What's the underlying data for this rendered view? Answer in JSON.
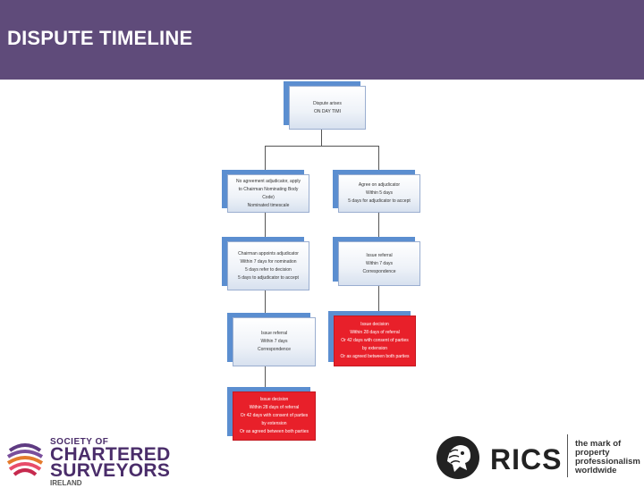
{
  "header": {
    "title": "DISPUTE TIMELINE"
  },
  "boxes": {
    "top": [
      "Dispute arises",
      "ON DAY TIMI"
    ],
    "left1": [
      "No agreement adjudicator, apply",
      "to Chairman Nominating Body",
      "Code)",
      "Nominated timescale"
    ],
    "right1": [
      "Agree on adjudicator",
      "Within 5 days",
      "5 days for adjudicator to accept"
    ],
    "left2": [
      "Chairman appoints adjudicator",
      "Within 7 days for nomination",
      "5 days refer to decision",
      "5 days to adjudicator to accept"
    ],
    "right2": [
      "Issue referral",
      "Within 7 days",
      "Correspondence"
    ],
    "left3": [
      "Issue referral",
      "Within 7 days",
      "Correspondence"
    ],
    "right3": [
      "Issue decision",
      "Within 28 days of referral",
      "Or 42 days with consent of parties",
      "by extension",
      "Or as agreed between both parties"
    ],
    "left4": [
      "Issue decision",
      "Within 28 days of referral",
      "Or 42 days with consent of parties",
      "by extension",
      "Or as agreed between both parties"
    ]
  },
  "logos": {
    "scs": {
      "line1": "SOCIETY OF",
      "line2": "CHARTERED",
      "line3": "SURVEYORS",
      "line4": "IRELAND"
    },
    "rics": {
      "name": "RICS",
      "tagline": [
        "the mark of",
        "property",
        "professionalism",
        "worldwide"
      ]
    }
  },
  "colors": {
    "header": "#5f4b7a",
    "box_shadow": "#5b8ed0",
    "red_box": "#e8202a",
    "text_white": "#ffffff"
  }
}
